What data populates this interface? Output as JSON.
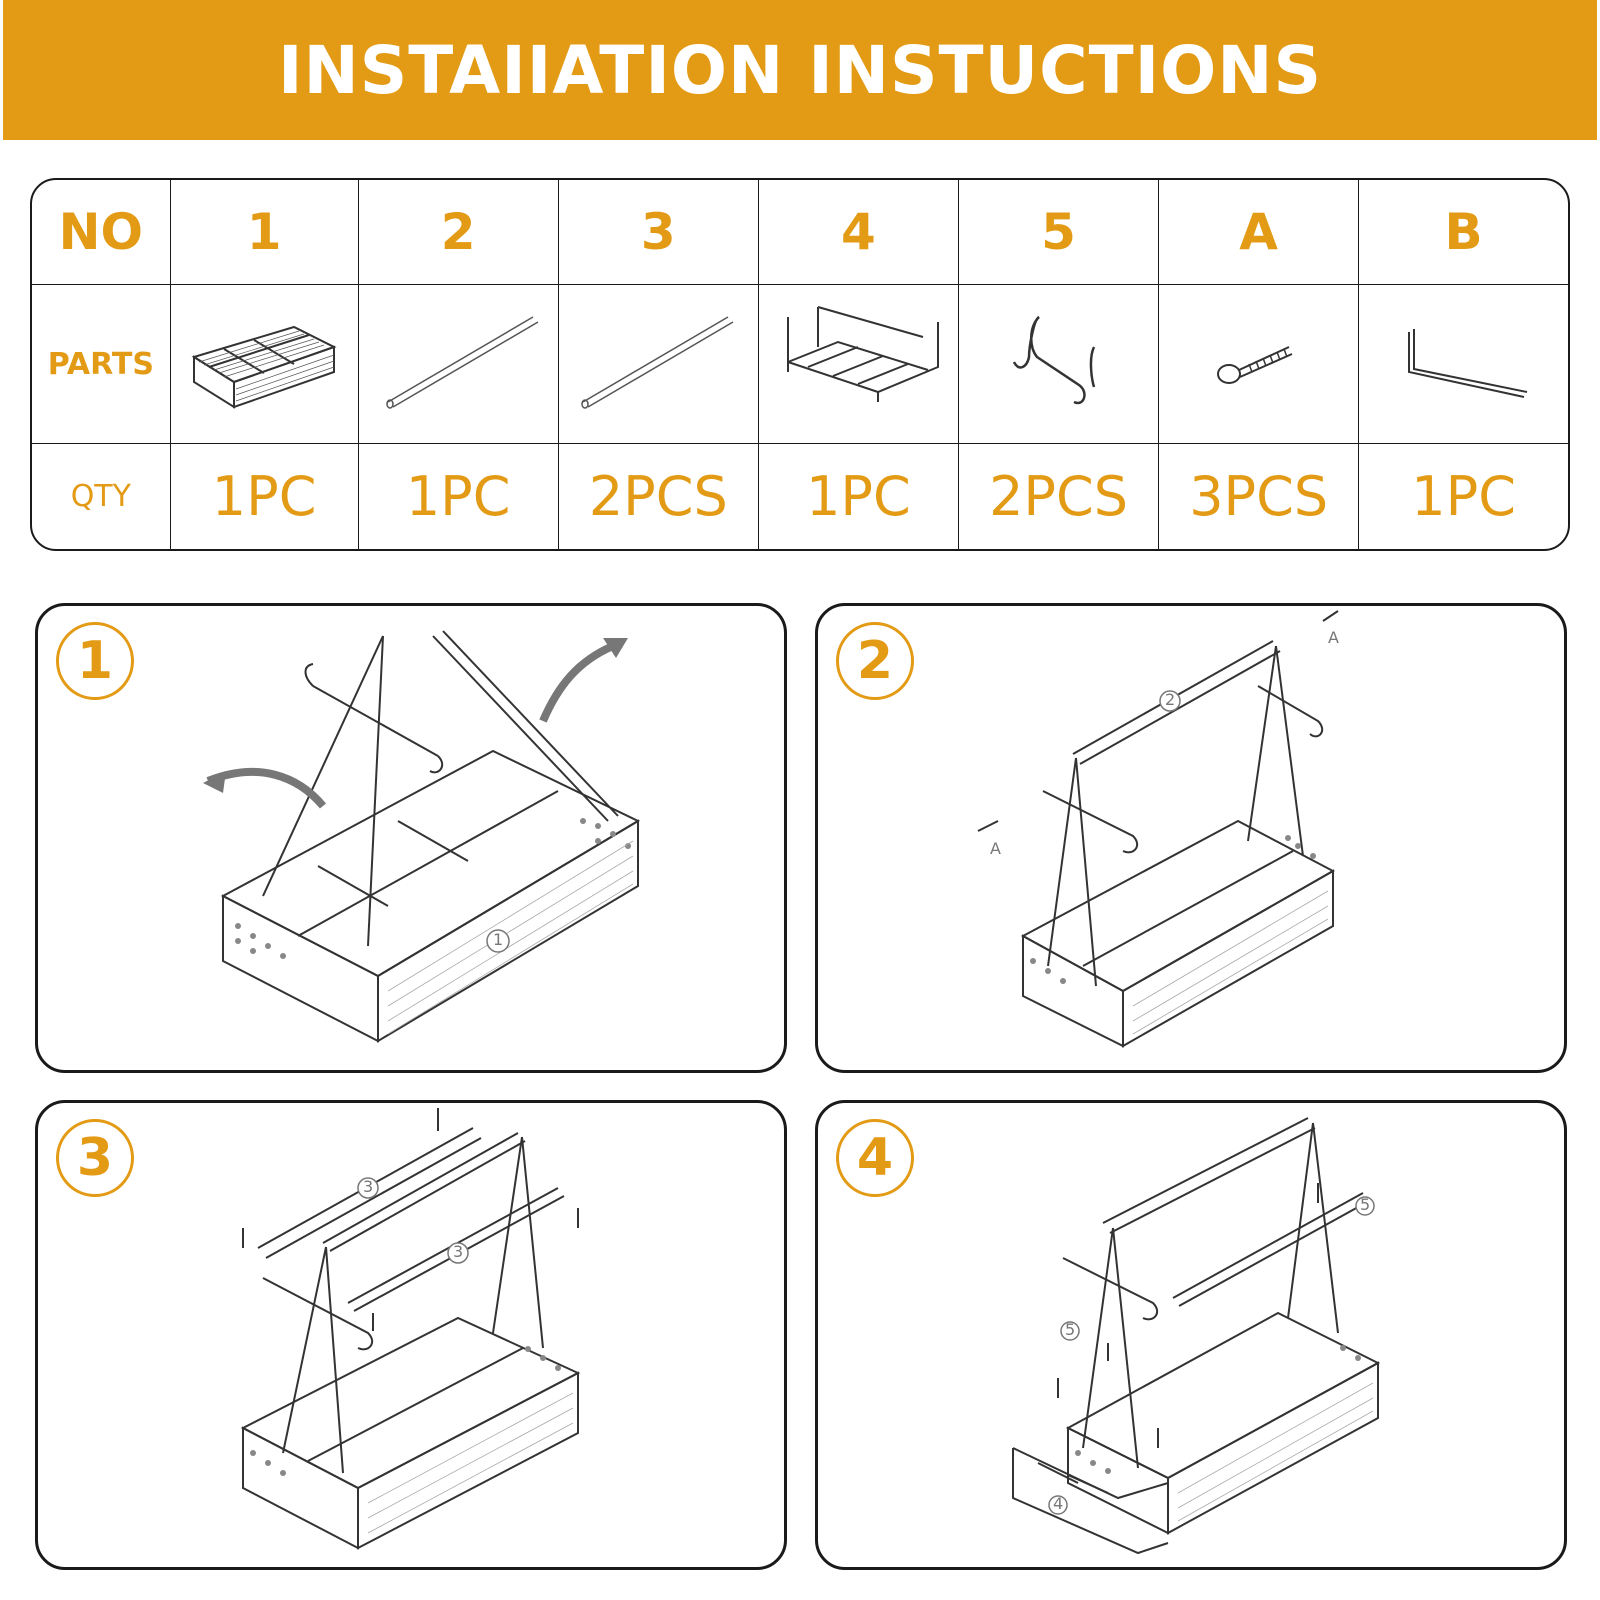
{
  "title": "INSTAIIATION INSTUCTIONS",
  "colors": {
    "accent": "#E39A14",
    "line": "#1a1a1a"
  },
  "parts_table": {
    "no_header": "NO",
    "parts_header": "PARTS",
    "qty_header": "QTY",
    "columns": [
      {
        "no": "1",
        "qty": "1PC",
        "part_icon": "basket-icon"
      },
      {
        "no": "2",
        "qty": "1PC",
        "part_icon": "rod-icon"
      },
      {
        "no": "3",
        "qty": "2PCS",
        "part_icon": "rod-icon"
      },
      {
        "no": "4",
        "qty": "1PC",
        "part_icon": "rack-frame-icon"
      },
      {
        "no": "5",
        "qty": "2PCS",
        "part_icon": "hook-icon"
      },
      {
        "no": "A",
        "qty": "3PCS",
        "part_icon": "screw-icon"
      },
      {
        "no": "B",
        "qty": "1PC",
        "part_icon": "hex-key-icon"
      }
    ]
  },
  "steps": [
    {
      "number": "1",
      "labels": [
        "1"
      ]
    },
    {
      "number": "2",
      "labels": [
        "2",
        "A",
        "A"
      ]
    },
    {
      "number": "3",
      "labels": [
        "3",
        "3"
      ]
    },
    {
      "number": "4",
      "labels": [
        "5",
        "5",
        "4"
      ]
    }
  ]
}
